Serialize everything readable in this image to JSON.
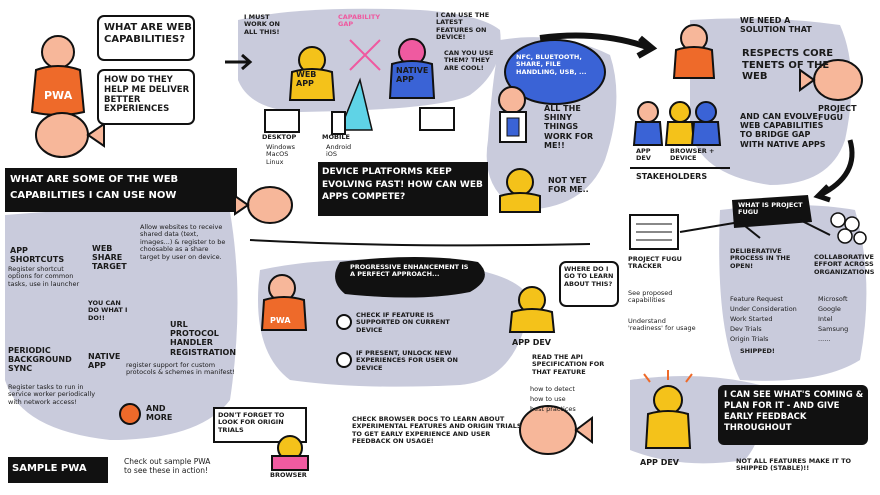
{
  "intro": {
    "q1": "WHAT ARE WEB CAPABILITIES?",
    "q2": "HOW DO THEY HELP ME DELIVER BETTER EXPERIENCES",
    "pwa_label": "PWA"
  },
  "capabilities_section": {
    "header": "WHAT ARE SOME OF THE WEB CAPABILITIES I CAN USE NOW",
    "app_shortcuts": {
      "title": "APP SHORTCUTS",
      "desc": "Register shortcut options for common tasks, use in launcher"
    },
    "web_share_target": {
      "title": "WEB SHARE TARGET",
      "desc": "Allow websites to receive shared data (text, images...) & register to be choosable as a share target by user on device."
    },
    "periodic_sync": {
      "title": "PERIODIC BACKGROUND SYNC",
      "desc": "Register tasks to run in service worker periodically with network access!"
    },
    "native_app": {
      "title": "NATIVE APP",
      "note": "YOU CAN DO WHAT I DO!!"
    },
    "url_protocol": {
      "title": "URL PROTOCOL HANDLER REGISTRATION",
      "desc": "register support for custom protocols & schemes in manifest!"
    },
    "and_more": "AND MORE"
  },
  "sample": {
    "button": "SAMPLE PWA",
    "text": "Check out sample PWA to see these in action!"
  },
  "platforms": {
    "bubble_left": "I MUST WORK ON ALL THIS!",
    "gap_label": "CAPABILITY GAP",
    "bubble_right": "I CAN USE THE LATEST FEATURES ON DEVICE!",
    "web_app": "WEB APP",
    "native_app": "NATIVE APP",
    "desktop": "DESKTOP",
    "desktop_os": "Windows MacOS Linux",
    "mobile": "MOBILE",
    "mobile_os": "Android iOS",
    "question": "CAN YOU USE THEM? THEY ARE COOL!",
    "features": "NFC, BLUETOOTH, SHARE, FILE HANDLING, USB, ...",
    "shiny": "ALL THE SHINY THINGS WORK FOR ME!!",
    "not_yet": "NOT YET FOR ME..",
    "headline": "DEVICE PLATFORMS KEEP EVOLVING FAST! HOW CAN WEB APPS COMPETE?"
  },
  "solution": {
    "intro": "WE NEED A SOLUTION THAT",
    "respects": "RESPECTS CORE TENETS OF THE WEB",
    "evolve": "AND CAN EVOLVE WEB CAPABILITIES TO BRIDGE GAP WITH NATIVE APPS",
    "project_fugu": "PROJECT FUGU",
    "app_dev": "APP DEV",
    "browser_device": "BROWSER + DEVICE",
    "stakeholders": "STAKEHOLDERS"
  },
  "fugu": {
    "title": "WHAT IS PROJECT FUGU",
    "tracker_title": "PROJECT FUGU TRACKER",
    "tracker_items": [
      "See proposed capabilities",
      "Understand 'readiness' for usage"
    ],
    "deliberative_title": "DELIBERATIVE PROCESS IN THE OPEN!",
    "stages": [
      "Feature Request",
      "Under Consideration",
      "Work Started",
      "Dev Trials",
      "Origin Trials",
      "SHIPPED!"
    ],
    "collab_title": "COLLABORATIVE EFFORT ACROSS ORGANIZATIONS",
    "orgs": [
      "Microsoft",
      "Google",
      "Intel",
      "Samsung",
      "......"
    ],
    "app_dev_quote": "I CAN SEE WHAT'S COMING & PLAN FOR IT - AND GIVE EARLY FEEDBACK THROUGHOUT",
    "app_dev_label": "APP DEV",
    "footnote": "NOT ALL FEATURES MAKE IT TO SHIPPED (STABLE)!!"
  },
  "pe": {
    "bubble": "PROGRESSIVE ENHANCEMENT IS A PERFECT APPROACH...",
    "pwa_label": "PWA",
    "step1": "CHECK IF FEATURE IS SUPPORTED ON CURRENT DEVICE",
    "step2": "IF PRESENT, UNLOCK NEW EXPERIENCES FOR USER ON DEVICE",
    "where": "WHERE DO I GO TO LEARN ABOUT THIS?",
    "app_dev": "APP DEV",
    "read_spec": "READ THE API SPECIFICATION FOR THAT FEATURE",
    "spec_items": [
      "how to detect",
      "how to use",
      "best practices"
    ],
    "origin_note": "DON'T FORGET TO LOOK FOR ORIGIN TRIALS",
    "browser": "BROWSER",
    "check_docs": "CHECK BROWSER DOCS TO LEARN ABOUT EXPERIMENTAL FEATURES AND ORIGIN TRIALS TO GET EARLY EXPERIENCE AND USER FEEDBACK ON USAGE!"
  },
  "colors": {
    "blob": "#c9cbdc",
    "pwa_orange": "#ee6a2a",
    "yellow": "#f4c21a",
    "blue": "#3a63d6",
    "pink": "#ef5aa0",
    "fugu": "#f7b79a"
  }
}
